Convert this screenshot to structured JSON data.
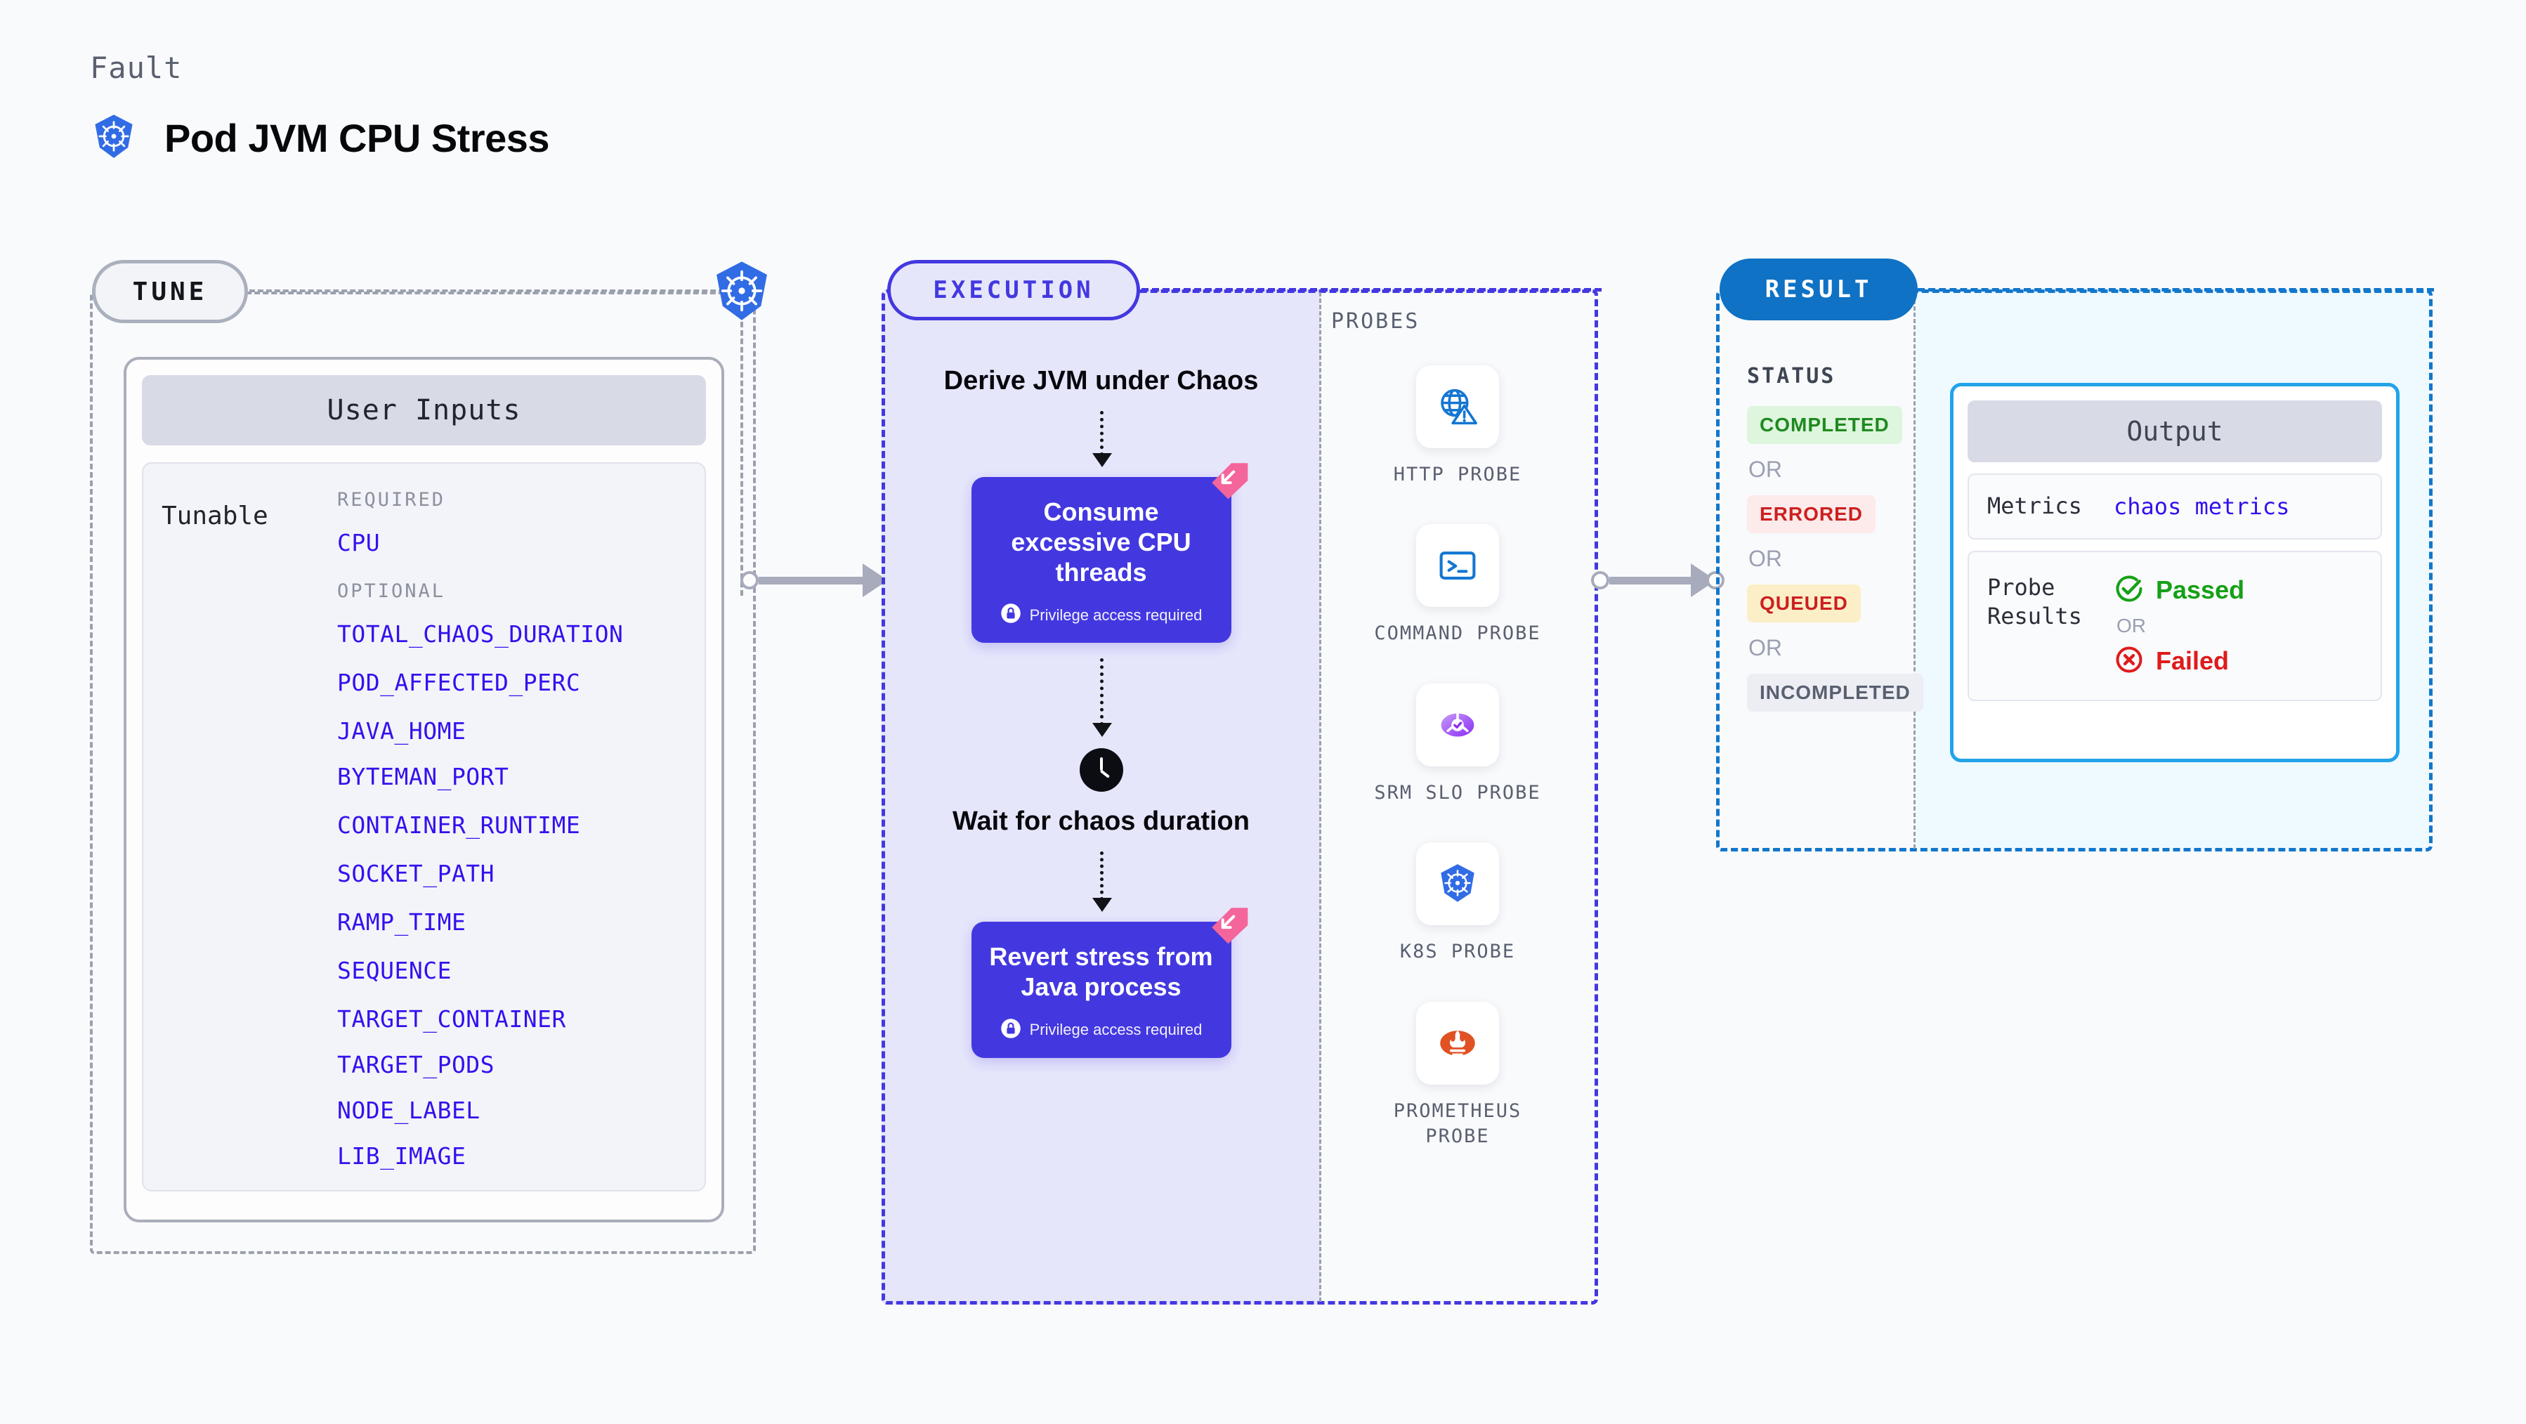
{
  "header": {
    "eyebrow": "Fault",
    "title": "Pod JVM CPU Stress",
    "icon": "kubernetes-icon"
  },
  "tune": {
    "pill_label": "TUNE",
    "badge_icon": "kubernetes-icon",
    "card": {
      "header": "User Inputs",
      "row_label": "Tunable",
      "required_label": "REQUIRED",
      "optional_label": "OPTIONAL",
      "required": [
        "CPU"
      ],
      "optional": [
        "TOTAL_CHAOS_DURATION",
        "POD_AFFECTED_PERC",
        "JAVA_HOME",
        "BYTEMAN_PORT",
        "CONTAINER_RUNTIME",
        "SOCKET_PATH",
        "RAMP_TIME",
        "SEQUENCE",
        "TARGET_CONTAINER",
        "TARGET_PODS",
        "NODE_LABEL",
        "LIB_IMAGE"
      ]
    }
  },
  "execution": {
    "pill_label": "EXECUTION",
    "steps": [
      {
        "type": "text",
        "label": "Derive JVM under Chaos"
      },
      {
        "type": "card",
        "label": "Consume excessive CPU threads",
        "privilege": "Privilege access required",
        "privilege_icon": "lock-icon",
        "ribbon_icon": "chaos-ribbon-icon"
      },
      {
        "type": "text",
        "label": "Wait for chaos duration",
        "icon": "clock-icon"
      },
      {
        "type": "card",
        "label": "Revert stress from Java process",
        "privilege": "Privilege access required",
        "privilege_icon": "lock-icon",
        "ribbon_icon": "chaos-ribbon-icon"
      }
    ],
    "probes": {
      "label": "PROBES",
      "items": [
        {
          "name": "HTTP PROBE",
          "icon": "globe-warning-icon"
        },
        {
          "name": "COMMAND PROBE",
          "icon": "terminal-icon"
        },
        {
          "name": "SRM SLO PROBE",
          "icon": "slo-gauge-icon"
        },
        {
          "name": "K8S PROBE",
          "icon": "kubernetes-icon"
        },
        {
          "name": "PROMETHEUS PROBE",
          "icon": "prometheus-icon"
        }
      ]
    }
  },
  "result": {
    "pill_label": "RESULT",
    "status_label": "STATUS",
    "or_label": "OR",
    "statuses": [
      {
        "label": "COMPLETED",
        "bg": "#def5de",
        "fg": "#1f8a1f"
      },
      {
        "label": "ERRORED",
        "bg": "#fdeaea",
        "fg": "#cc2020"
      },
      {
        "label": "QUEUED",
        "bg": "#fcefc7",
        "fg": "#cc2020"
      },
      {
        "label": "INCOMPLETED",
        "bg": "#eceef4",
        "fg": "#5a6070"
      }
    ],
    "output": {
      "header": "Output",
      "metrics_key": "Metrics",
      "metrics_value": "chaos metrics",
      "probe_results_key": "Probe Results",
      "passed_label": "Passed",
      "failed_label": "Failed",
      "or_label": "OR",
      "passed_icon": "check-circle-icon",
      "failed_icon": "x-circle-icon"
    }
  },
  "colors": {
    "accent_purple": "#4338e0",
    "accent_blue": "#0f72c4",
    "link_blue": "#3311ee",
    "ribbon_pink": "#f4659b"
  }
}
